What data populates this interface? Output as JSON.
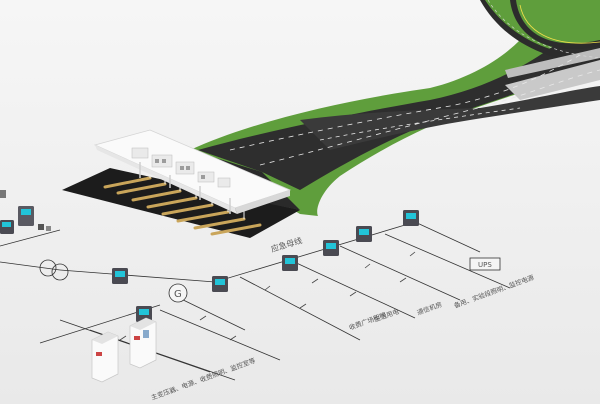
{
  "bus_label": "应急母线",
  "ups_label": "UPS",
  "generator_label": "G",
  "load_labels": [
    "收费广场照明",
    "生活用电",
    "通信机房",
    "备用、实验段照明、监控电源"
  ],
  "bottom_labels": [
    "主变压器、电源、收费照明、监控室等"
  ],
  "colors": {
    "grass": "#5f9e3c",
    "asphalt": "#2e2e2e",
    "plaza": "#1c1c1c",
    "canopy": "#fafafa",
    "background": "#f2f2f2",
    "wire": "#333333",
    "meter_body": "#4a4a52",
    "meter_screen": "#22c4d8"
  }
}
